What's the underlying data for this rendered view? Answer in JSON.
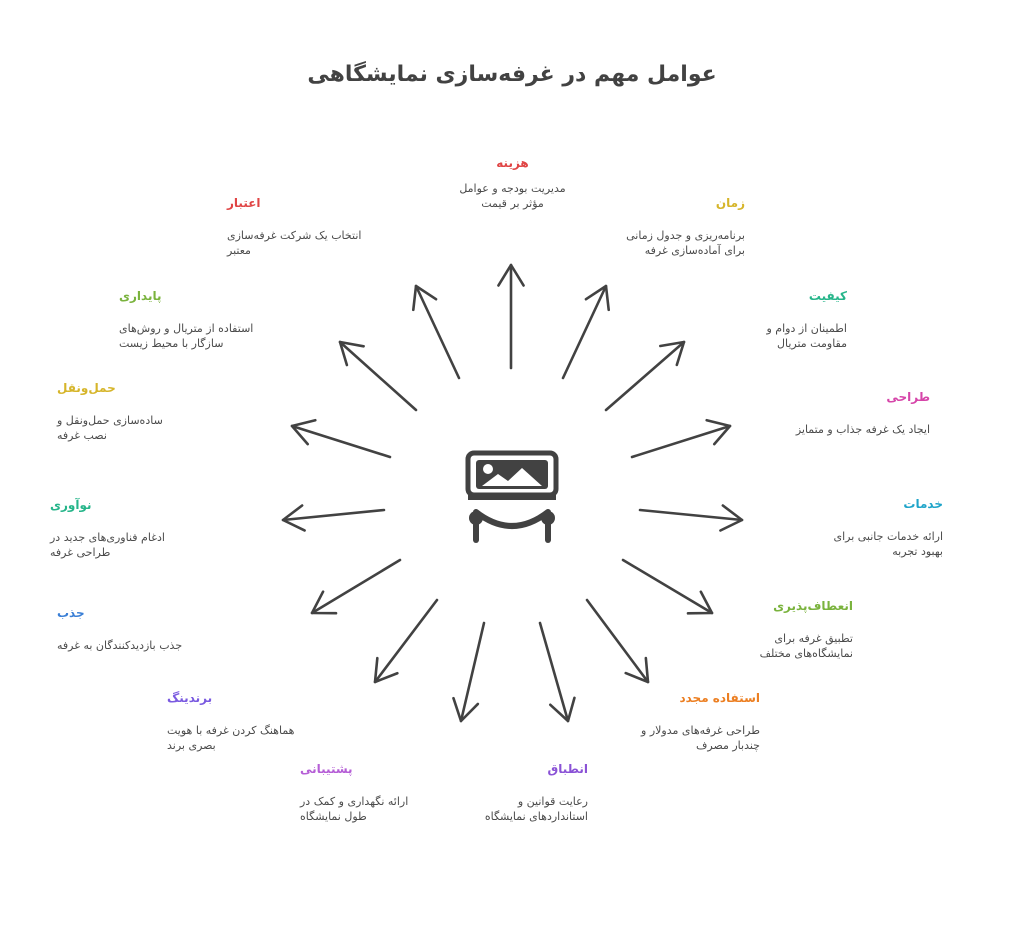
{
  "title": "عوامل مهم در غرفه‌سازی نمایشگاهی",
  "center_icon": "exhibition-booth-icon",
  "factors": [
    {
      "id": "cost",
      "title": "هزینه",
      "color": "#e04545",
      "desc": "مدیریت بودجه و عوامل مؤثر بر قیمت"
    },
    {
      "id": "time",
      "title": "زمان",
      "color": "#d6b52a",
      "desc": "برنامه‌ریزی و جدول زمانی برای آماده‌سازی غرفه"
    },
    {
      "id": "quality",
      "title": "کیفیت",
      "color": "#26b58a",
      "desc": "اطمینان از دوام و مقاومت متریال"
    },
    {
      "id": "design",
      "title": "طراحی",
      "color": "#d645a9",
      "desc": "ایجاد یک غرفه جذاب و متمایز"
    },
    {
      "id": "services",
      "title": "خدمات",
      "color": "#1ea4c9",
      "desc": "ارائه خدمات جانبی برای بهبود تجربه"
    },
    {
      "id": "flexibility",
      "title": "انعطاف‌پذیری",
      "color": "#7ab33d",
      "desc": "تطبیق غرفه برای نمایشگاه‌های مختلف"
    },
    {
      "id": "reuse",
      "title": "استفاده مجدد",
      "color": "#ec7f22",
      "desc": "طراحی غرفه‌های مدولار و چندبار مصرف"
    },
    {
      "id": "compliance",
      "title": "انطباق",
      "color": "#8a52d6",
      "desc": "رعایت قوانین و استانداردهای نمایشگاه"
    },
    {
      "id": "support",
      "title": "پشتیبانی",
      "color": "#b55ed6",
      "desc": "ارائه نگهداری و کمک در طول نمایشگاه"
    },
    {
      "id": "branding",
      "title": "برندینگ",
      "color": "#7a5ae0",
      "desc": "هماهنگ کردن غرفه با هویت بصری برند"
    },
    {
      "id": "attraction",
      "title": "جذب",
      "color": "#3a7fd6",
      "desc": "جذب بازدیدکنندگان به غرفه"
    },
    {
      "id": "innovation",
      "title": "نوآوری",
      "color": "#26b58a",
      "desc": "ادغام فناوری‌های جدید در طراحی غرفه"
    },
    {
      "id": "transport",
      "title": "حمل‌ونقل",
      "color": "#d6b52a",
      "desc": "ساده‌سازی حمل‌ونقل و نصب غرفه"
    },
    {
      "id": "sustainability",
      "title": "پایداری",
      "color": "#7ab33d",
      "desc": "استفاده از متریال و روش‌های سازگار با محیط زیست"
    },
    {
      "id": "credibility",
      "title": "اعتبار",
      "color": "#e04545",
      "desc": "انتخاب یک شرکت غرفه‌سازی معتبر"
    }
  ]
}
